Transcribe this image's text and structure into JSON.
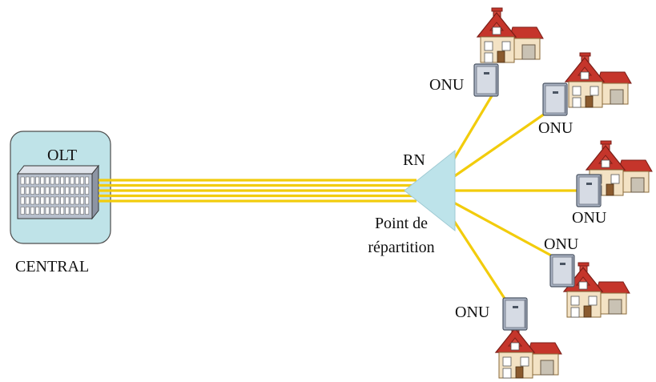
{
  "diagram": {
    "central": {
      "olt_label": "OLT",
      "central_label": "CENTRAL"
    },
    "splitter": {
      "rn_label": "RN",
      "point_label_line1": "Point de",
      "point_label_line2": "répartition"
    },
    "onus": [
      {
        "label": "ONU"
      },
      {
        "label": "ONU"
      },
      {
        "label": "ONU"
      },
      {
        "label": "ONU"
      },
      {
        "label": "ONU"
      }
    ],
    "colors": {
      "fiber": "#f2cc0c",
      "central_box": "#bfe3e8",
      "splitter": "#bde3ea",
      "house_wall": "#f3e2c4",
      "house_roof": "#c5352b",
      "onu_body": "#aab3c3"
    },
    "icons": [
      "olt-rack-icon",
      "splitter-icon",
      "onu-device-icon",
      "house-icon"
    ]
  }
}
